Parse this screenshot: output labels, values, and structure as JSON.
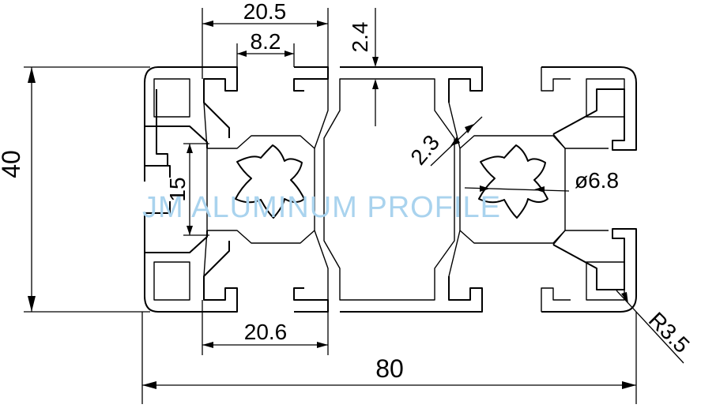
{
  "drawing": {
    "dimensions": {
      "overall_width": "80",
      "overall_height": "40",
      "slot_outer_width": "20.5",
      "slot_opening": "8.2",
      "top_wall": "2.4",
      "web_thickness": "2.3",
      "core_hole_diameter": "ø6.8",
      "inner_height": "15",
      "bottom_slot_width": "20.6",
      "corner_radius": "R3.5"
    },
    "watermark": "JM ALUMINUM PROFILE"
  },
  "colors": {
    "line": "#000000",
    "watermark": "#a9d3ee",
    "background": "#ffffff"
  }
}
